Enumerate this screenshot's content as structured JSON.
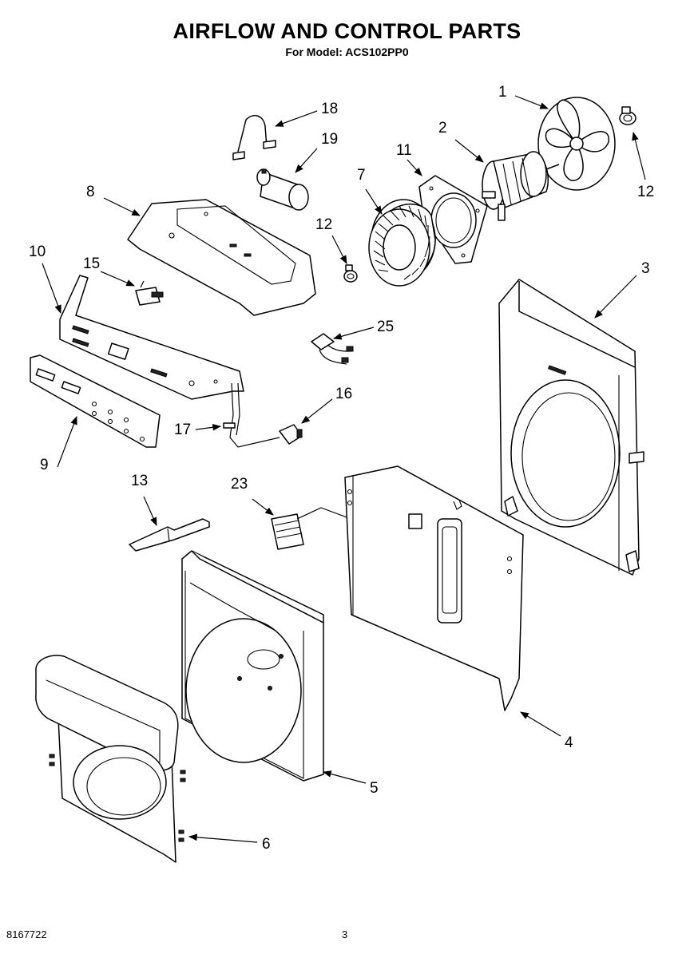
{
  "header": {
    "title": "AIRFLOW AND CONTROL PARTS",
    "subtitle": "For Model: ACS102PP0"
  },
  "footer": {
    "doc_number": "8167722",
    "page_number": "3"
  },
  "callouts": {
    "c1": "1",
    "c2": "2",
    "c3": "3",
    "c4": "4",
    "c5": "5",
    "c6": "6",
    "c7": "7",
    "c8": "8",
    "c9": "9",
    "c10": "10",
    "c11": "11",
    "c12a": "12",
    "c12b": "12",
    "c13": "13",
    "c15": "15",
    "c16": "16",
    "c17": "17",
    "c18": "18",
    "c19": "19",
    "c23": "23",
    "c25": "25"
  }
}
